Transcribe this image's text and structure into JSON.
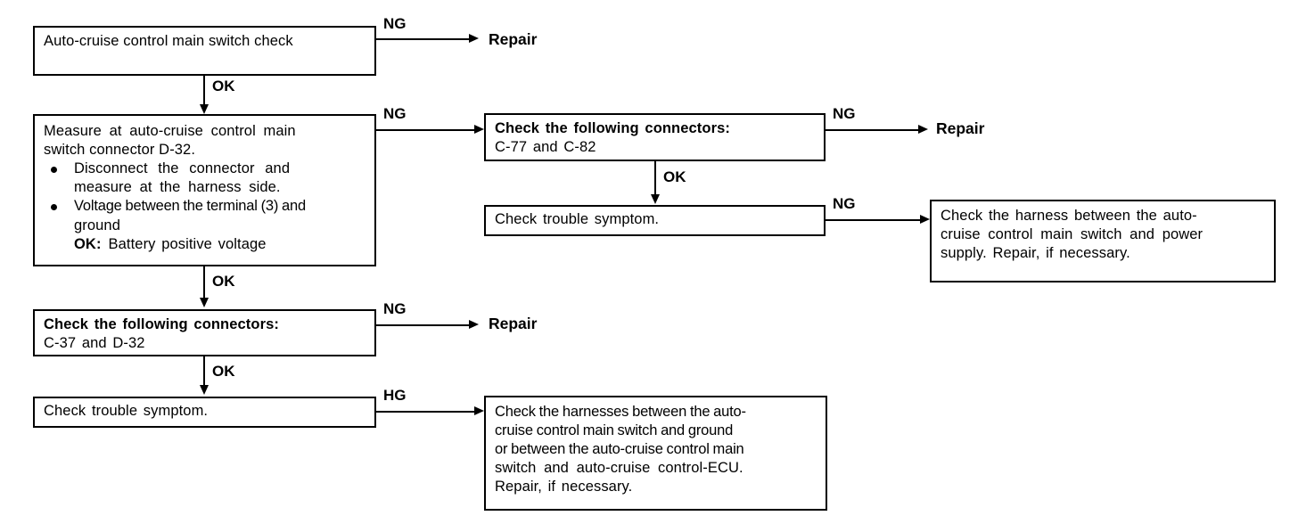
{
  "diagram": {
    "title": "Auto-cruise control main switch check flowchart",
    "line_color": "#000000",
    "background_color": "#ffffff"
  },
  "nodes": {
    "main_switch_check": {
      "text": "Auto-cruise control main switch check"
    },
    "measure_connector": {
      "line1": "Measure at auto-cruise control main",
      "line2": "switch connector D-32.",
      "bullet1_line1": "Disconnect the connector and",
      "bullet1_line2": "measure at the harness side.",
      "bullet2_line1": "Voltage between the terminal (3) and",
      "bullet2_line2": "ground",
      "ok_label": "OK:",
      "ok_value": "Battery positive voltage"
    },
    "connectors_c77_c82": {
      "heading": "Check the following connectors:",
      "detail": "C-77 and C-82"
    },
    "check_symptom_middle": {
      "text": "Check trouble symptom."
    },
    "harness_power_supply": {
      "line1": "Check the harness between the auto-",
      "line2": "cruise control main switch and power",
      "line3": "supply. Repair, if necessary."
    },
    "connectors_c37_d32": {
      "heading": "Check the following connectors:",
      "detail": "C-37 and D-32"
    },
    "check_symptom_bottom": {
      "text": "Check trouble symptom."
    },
    "harness_ground_ecu": {
      "line1": "Check the harnesses between the auto-",
      "line2": "cruise control main switch and ground",
      "line3": "or between the auto-cruise control main",
      "line4": "switch and auto-cruise control-ECU.",
      "line5": "Repair, if necessary."
    }
  },
  "terminals": {
    "repair_top": "Repair",
    "repair_connectors_row": "Repair",
    "repair_c37_row": "Repair"
  },
  "edge_labels": {
    "ng_top": "NG",
    "ok_top": "OK",
    "ng_measure": "NG",
    "ng_c77": "NG",
    "ok_c77": "OK",
    "ng_symptom_middle": "NG",
    "ok_measure": "OK",
    "ng_c37": "NG",
    "ok_c37": "OK",
    "hg_symptom_bottom": "HG"
  }
}
